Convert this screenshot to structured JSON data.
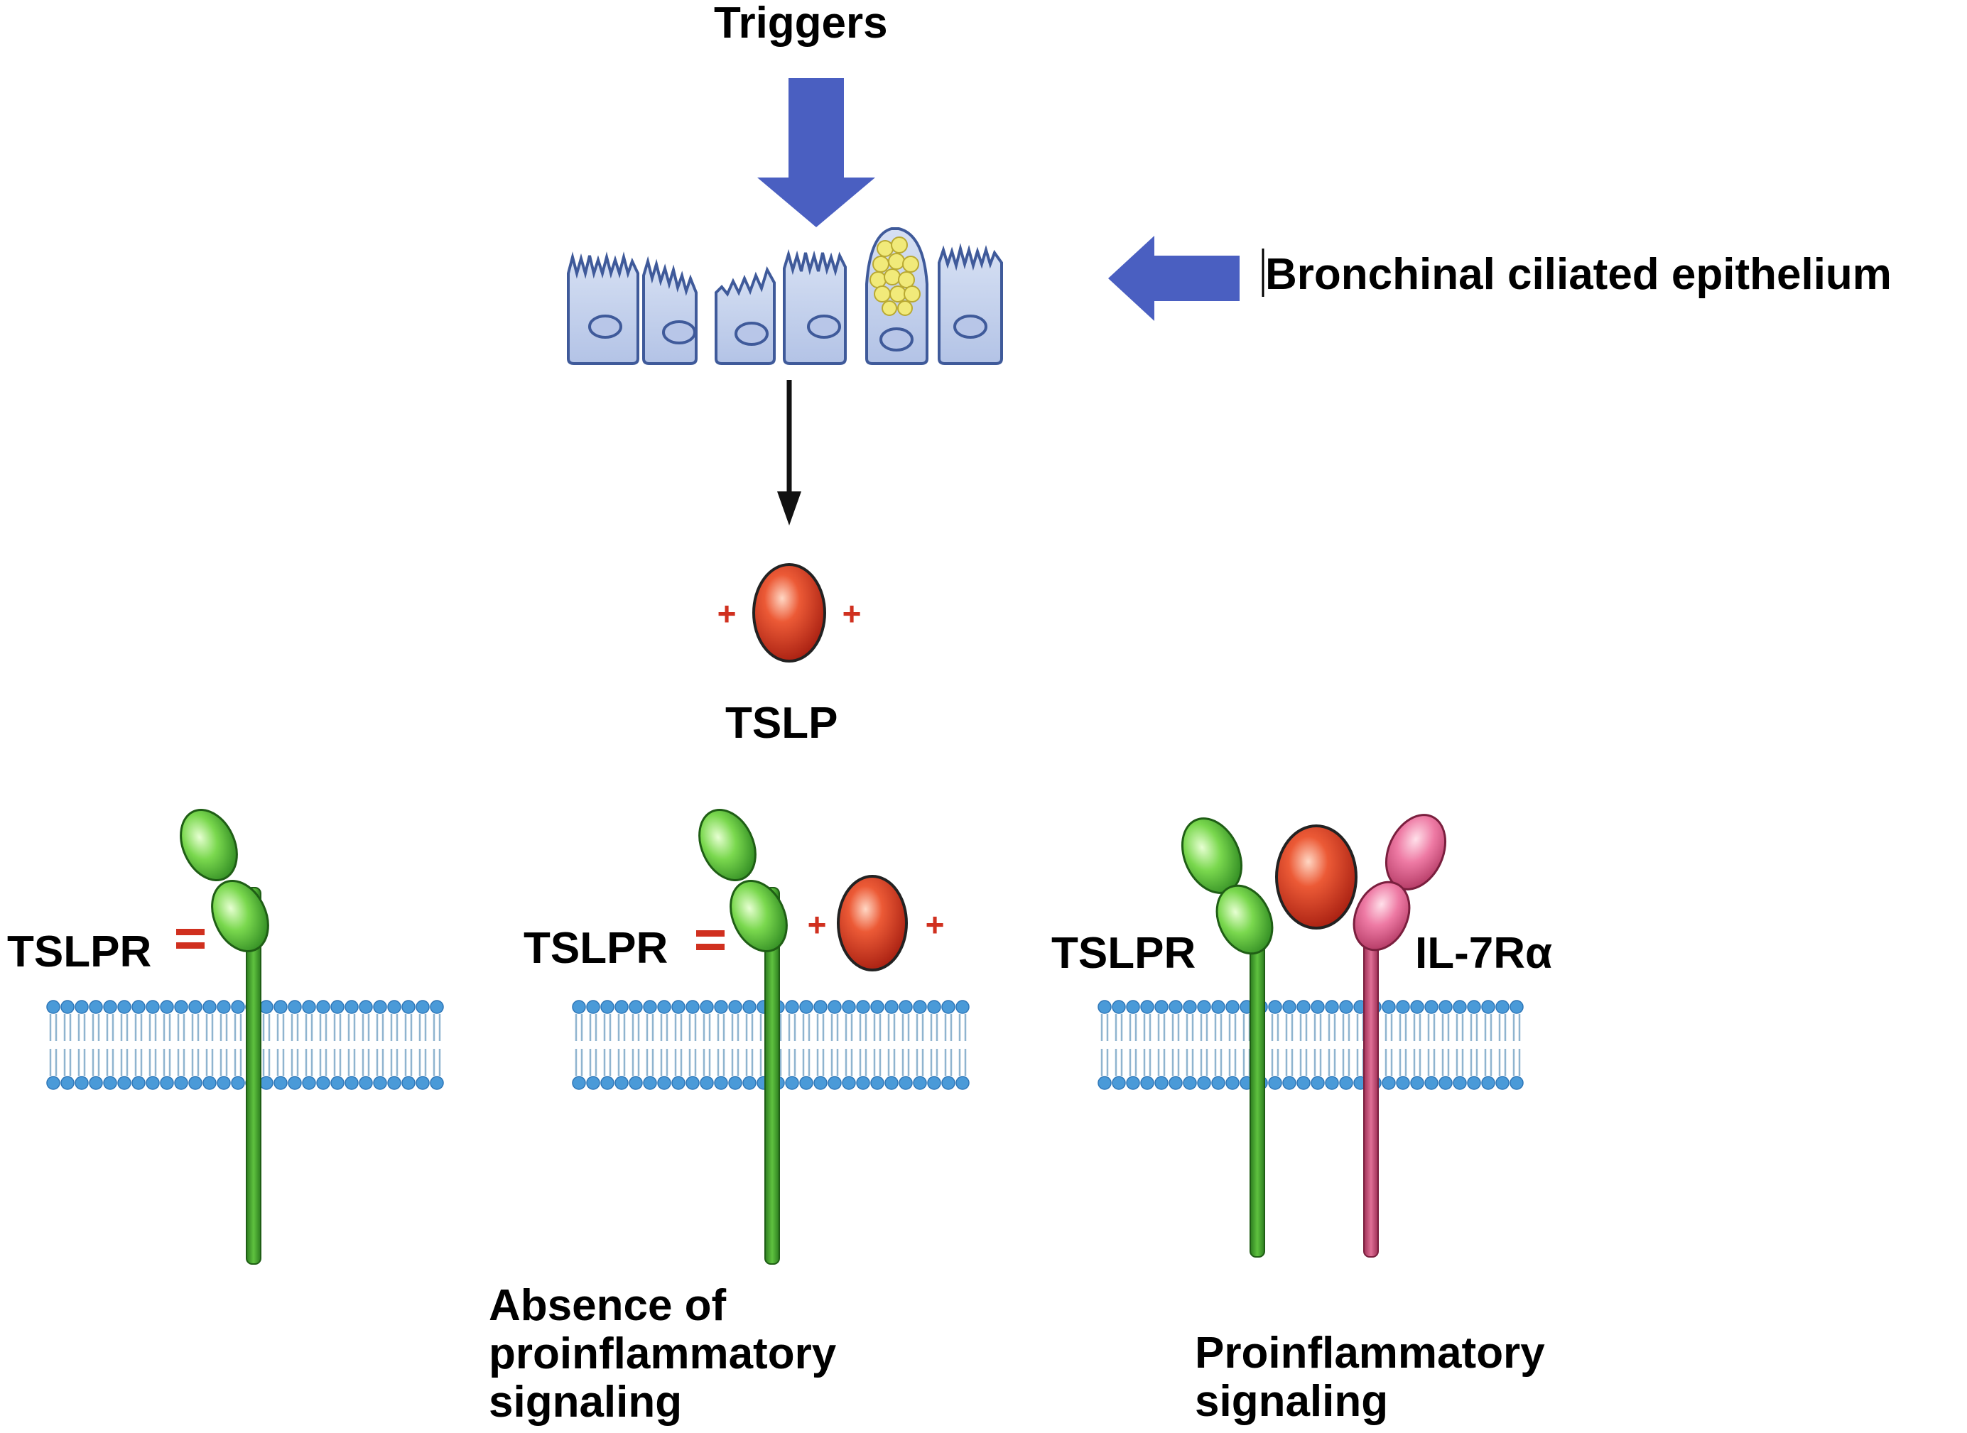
{
  "labels": {
    "triggers": "Triggers",
    "epithelium": "Bronchinal ciliated epithelium",
    "tslp": "TSLP",
    "tslpr_1": "TSLPR",
    "tslpr_2": "TSLPR",
    "tslpr_3": "TSLPR",
    "il7ra": "IL-7Rα",
    "absence": [
      "Absence of",
      "proinflammatory",
      "signaling"
    ],
    "proinflammatory": [
      "Proinflammatory",
      "signaling"
    ]
  },
  "colors": {
    "blue_arrow": "#4a5fc1",
    "cell_fill": "#c4d1ec",
    "cell_stroke": "#3f5a9a",
    "goblet_granule": "#f1ea7a",
    "tslp_red": "#d8321f",
    "tslpr_green": "#3aa12a",
    "tslpr_domain": "#7ad84e",
    "il7r_pink": "#c23f6a",
    "il7r_domain": "#ee7aa4",
    "membrane_head": "#4a9ad8",
    "plus_red": "#d0301f"
  }
}
